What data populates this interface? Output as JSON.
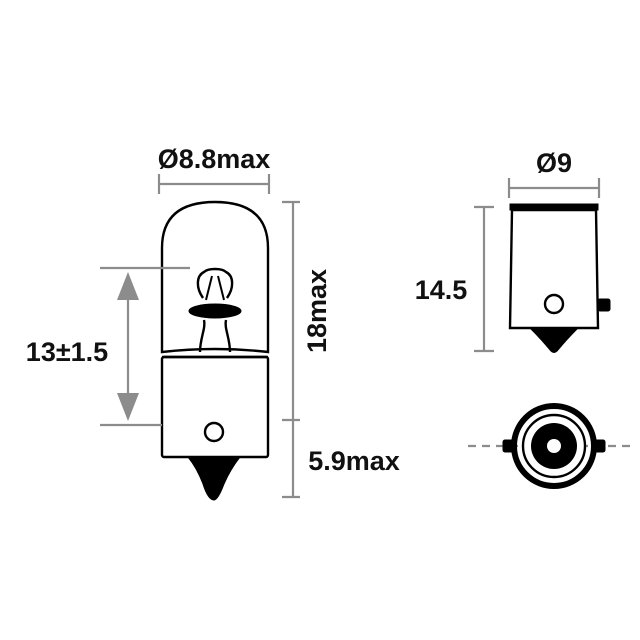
{
  "labels": {
    "bulb_diameter": "Ø8.8max",
    "bulb_length": "18max",
    "filament_height": "13±1.5",
    "base_length": "5.9max",
    "base_diameter": "Ø9",
    "base_height": "14.5"
  },
  "colors": {
    "outline": "#000000",
    "dimension_lines": "#8c8c8c",
    "text": "#111111",
    "background": "#ffffff"
  }
}
